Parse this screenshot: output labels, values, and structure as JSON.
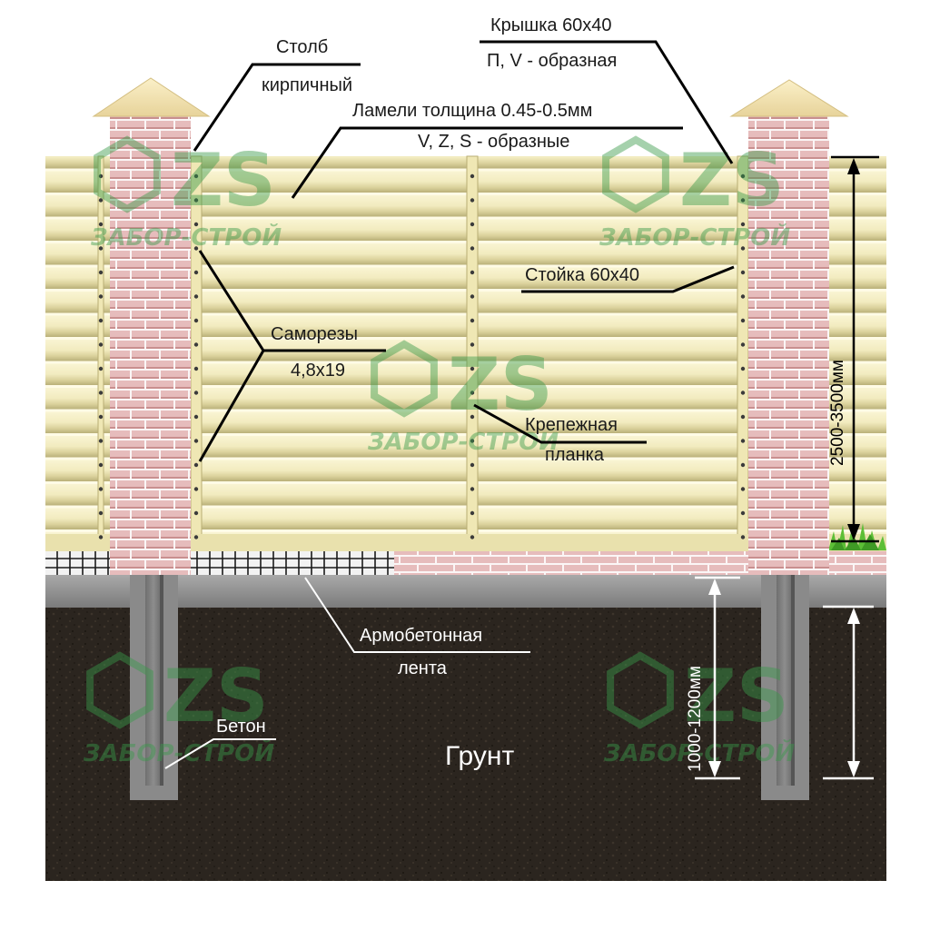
{
  "labels": {
    "pillar_line1": "Столб",
    "pillar_line2": "кирпичный",
    "cap_line1": "Крышка 60х40",
    "cap_line2": "П, V - образная",
    "slats_line1": "Ламели толщина 0.45-0.5мм",
    "slats_line2": "V, Z, S - образные",
    "post": "Стойка 60х40",
    "screws_line1": "Саморезы",
    "screws_line2": "4,8х19",
    "bracket_line1": "Крепежная",
    "bracket_line2": "планка",
    "strip_line1": "Армобетонная",
    "strip_line2": "лента",
    "concrete": "Бетон",
    "soil": "Грунт"
  },
  "dimensions": {
    "fence_height": "2500-3500мм",
    "pile_depth": "1000-1200мм"
  },
  "watermark": {
    "logo": "ZS",
    "name": "ЗАБОР-СТРОЙ"
  },
  "colors": {
    "slat": "#f4eec2",
    "slat_shadow": "#c9c08a",
    "brick": "#e9c2c2",
    "mortar": "#ffffff",
    "cap": "#f3e3b3",
    "concrete": "#8f8f8f",
    "soil": "#2a241e",
    "watermark": "#3a9a4a",
    "grass": "#4caf2e"
  }
}
